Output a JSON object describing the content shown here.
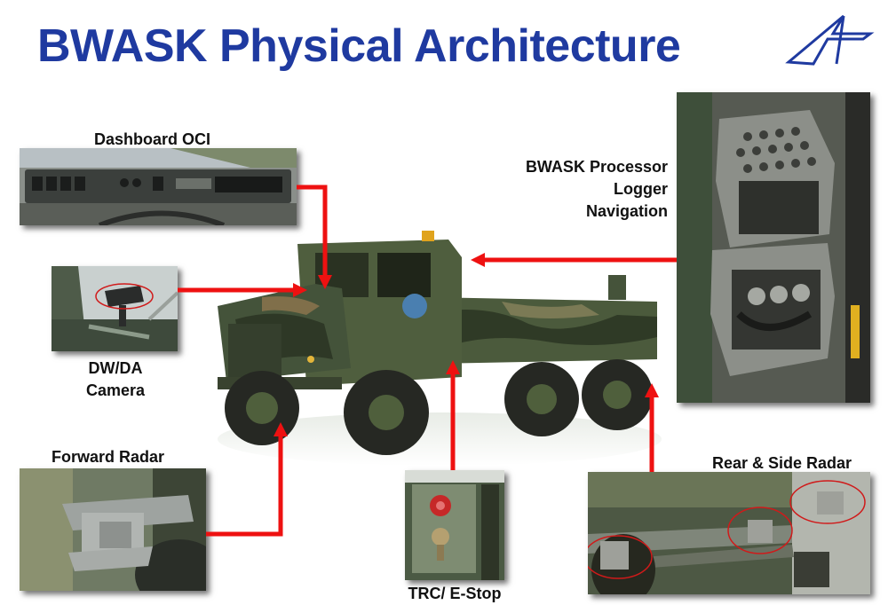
{
  "title": "BWASK Physical Architecture",
  "labels": {
    "dashboard_oci": "Dashboard OCI",
    "processor_line1": "BWASK Processor",
    "processor_line2": "Logger",
    "processor_line3": "Navigation",
    "camera_line1": "DW/DA",
    "camera_line2": "Camera",
    "forward_radar": "Forward Radar",
    "trc_estop": "TRC/ E-Stop",
    "rear_side_radar": "Rear & Side Radar"
  },
  "colors": {
    "title": "#1f3aa0",
    "arrow": "#ee1111",
    "logo": "#1f3aa0",
    "highlight_circle": "#d01a1a"
  }
}
